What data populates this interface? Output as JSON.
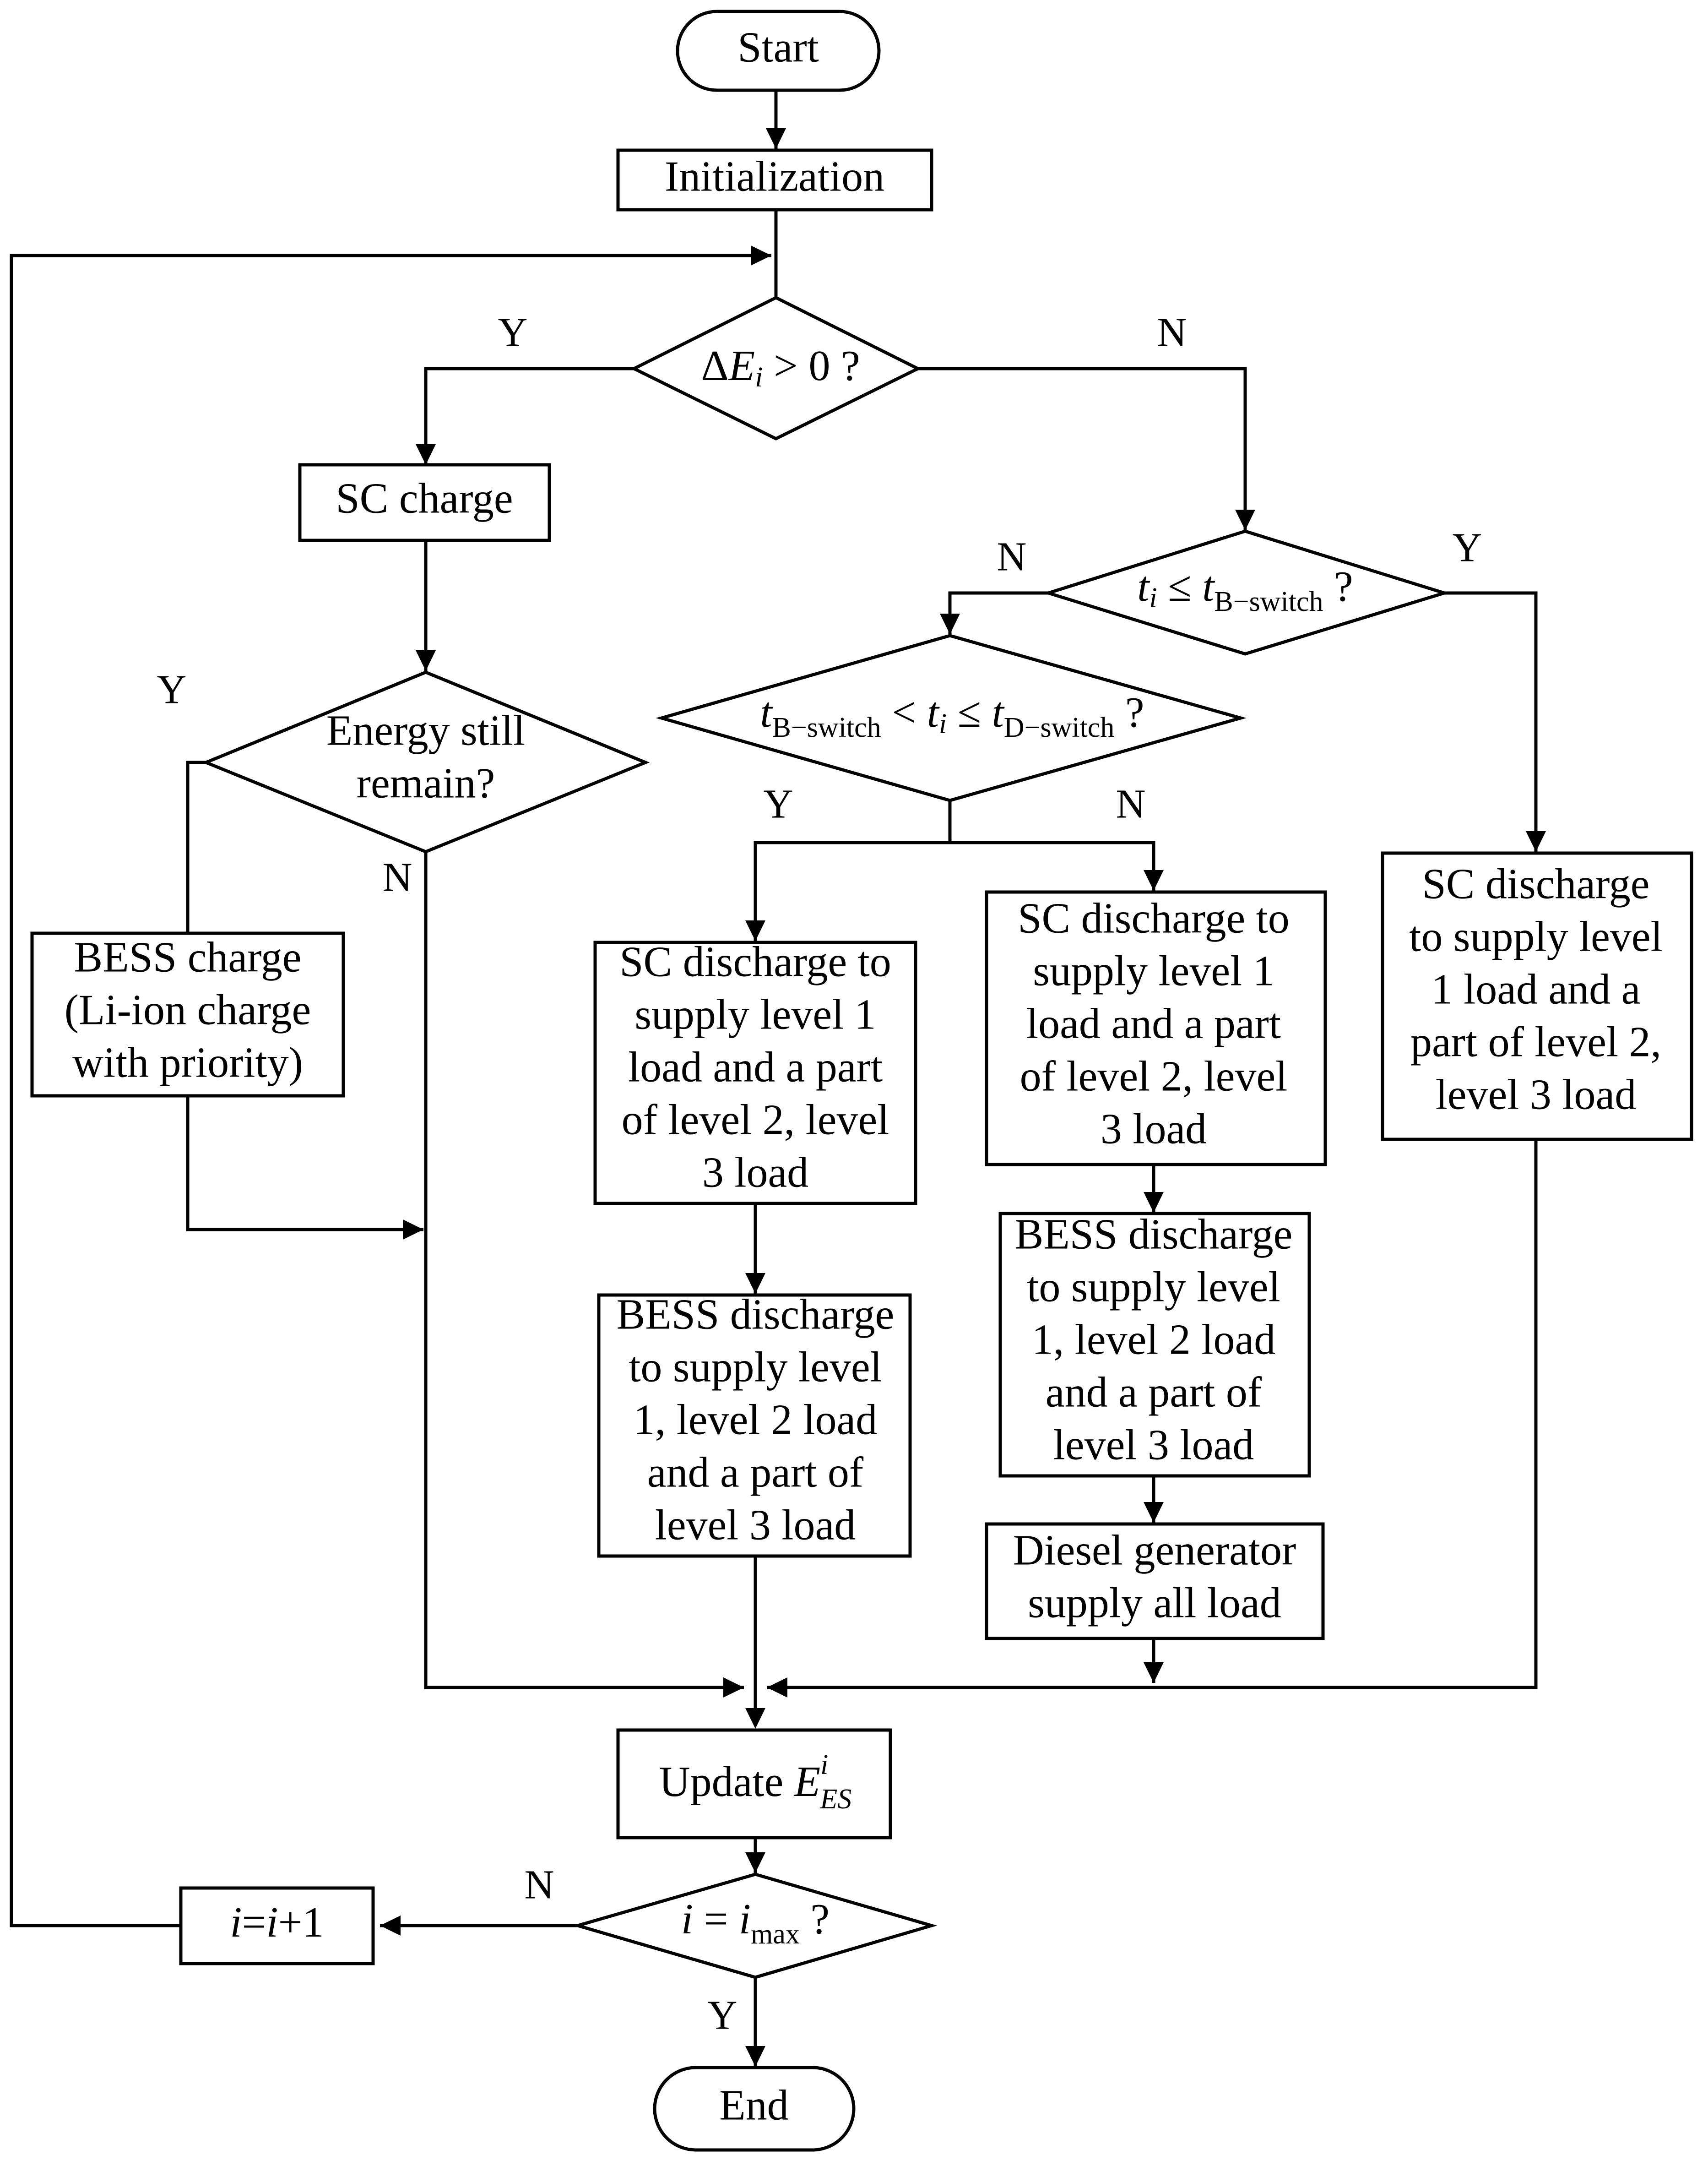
{
  "nodes": {
    "start": "Start",
    "init": "Initialization",
    "d1": {
      "pre": "Δ",
      "var": "E",
      "sub": "i",
      "rest": " > 0 ?"
    },
    "sc_charge": "SC charge",
    "d_energy": [
      "Energy still",
      "remain?"
    ],
    "bess_charge": [
      "BESS charge",
      "(Li-ion charge",
      "with priority)"
    ],
    "d2": {
      "t": "t",
      "i": "i",
      "le": " ≤ ",
      "sub": "B−switch",
      "q": " ?"
    },
    "d3": {
      "t": "t",
      "sub1": "B−switch",
      "lt": " < ",
      "i": "i",
      "le": " ≤ ",
      "sub2": "D−switch",
      "q": " ?"
    },
    "sc_a": [
      "SC discharge to",
      "supply level 1",
      "load and a part",
      "of level 2, level",
      "3 load"
    ],
    "bess_a": [
      "BESS discharge",
      "to supply level",
      "1, level 2 load",
      "and a part of",
      "level 3 load"
    ],
    "sc_b": [
      "SC discharge to",
      "supply level 1",
      "load and a part",
      "of  level 2, level",
      "3 load"
    ],
    "bess_b": [
      "BESS discharge",
      "to supply level",
      "1, level 2 load",
      "and a part of",
      "level 3 load"
    ],
    "diesel": [
      "Diesel generator",
      "supply all load"
    ],
    "sc_c": [
      "SC discharge",
      "to supply level",
      "1 load and a",
      "part of  level 2,",
      "level 3 load"
    ],
    "update": {
      "text": "Update ",
      "var": "E",
      "sup": "i",
      "sub": "ES"
    },
    "d_end": {
      "i": "i",
      "eq": " = ",
      "i2": "i",
      "sub": "max",
      "q": " ?"
    },
    "inc": {
      "a": "i",
      "b": "=",
      "c": "i",
      "d": "+1"
    },
    "end": "End"
  },
  "edge_labels": {
    "y1": "Y",
    "n1": "N",
    "y_energy": "Y",
    "n_energy": "N",
    "n2": "N",
    "y2": "Y",
    "y3": "Y",
    "n3": "N",
    "n_end": "N",
    "y_end": "Y"
  },
  "colors": {
    "stroke": "#000000",
    "background": "#ffffff"
  }
}
